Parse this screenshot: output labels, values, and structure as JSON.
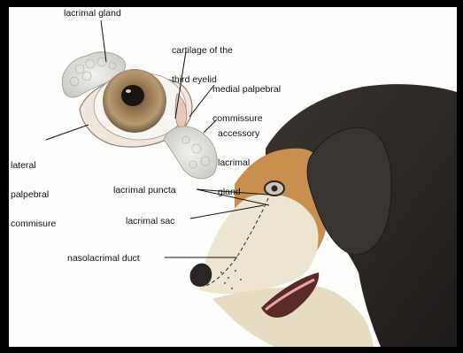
{
  "labels": {
    "lacrimal_gland": "lacrimal gland",
    "cartilage": [
      "cartilage of the",
      "third eyelid"
    ],
    "medial_commissure": [
      "medial palpebral",
      "commissure"
    ],
    "accessory_gland": [
      "accessory",
      "lacrimal",
      "gland"
    ],
    "lateral_commissure": [
      "lateral",
      "palpebral",
      "commisure"
    ],
    "lacrimal_puncta": "lacrimal puncta",
    "lacrimal_sac": "lacrimal sac",
    "nasolacrimal_duct": "nasolacrimal duct"
  },
  "colors": {
    "frame": "#000000",
    "background": "#fdfdfb",
    "fur_black": "#2a2524",
    "fur_tan": "#c98f4e",
    "fur_cream": "#ece5cf",
    "iris": "#9a7a55"
  }
}
